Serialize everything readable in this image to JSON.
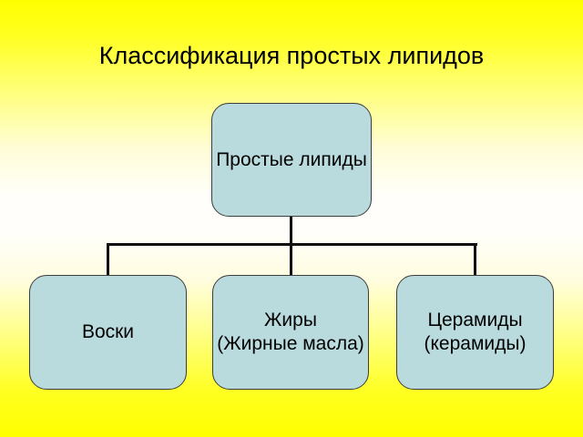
{
  "slide": {
    "title": "Классификация простых липидов",
    "colors": {
      "background_yellow": "#ffff00",
      "background_center_white": "#fffefb",
      "node_fill": "#b9dbde",
      "node_border": "#3d3d3d",
      "connector": "#111111",
      "text": "#000000"
    },
    "diagram": {
      "root": {
        "label": "Простые липиды"
      },
      "children": [
        {
          "lines": [
            "Воски"
          ]
        },
        {
          "lines": [
            "Жиры",
            "(Жирные масла)"
          ]
        },
        {
          "lines": [
            "Церамиды",
            "(керамиды)"
          ]
        }
      ]
    }
  }
}
